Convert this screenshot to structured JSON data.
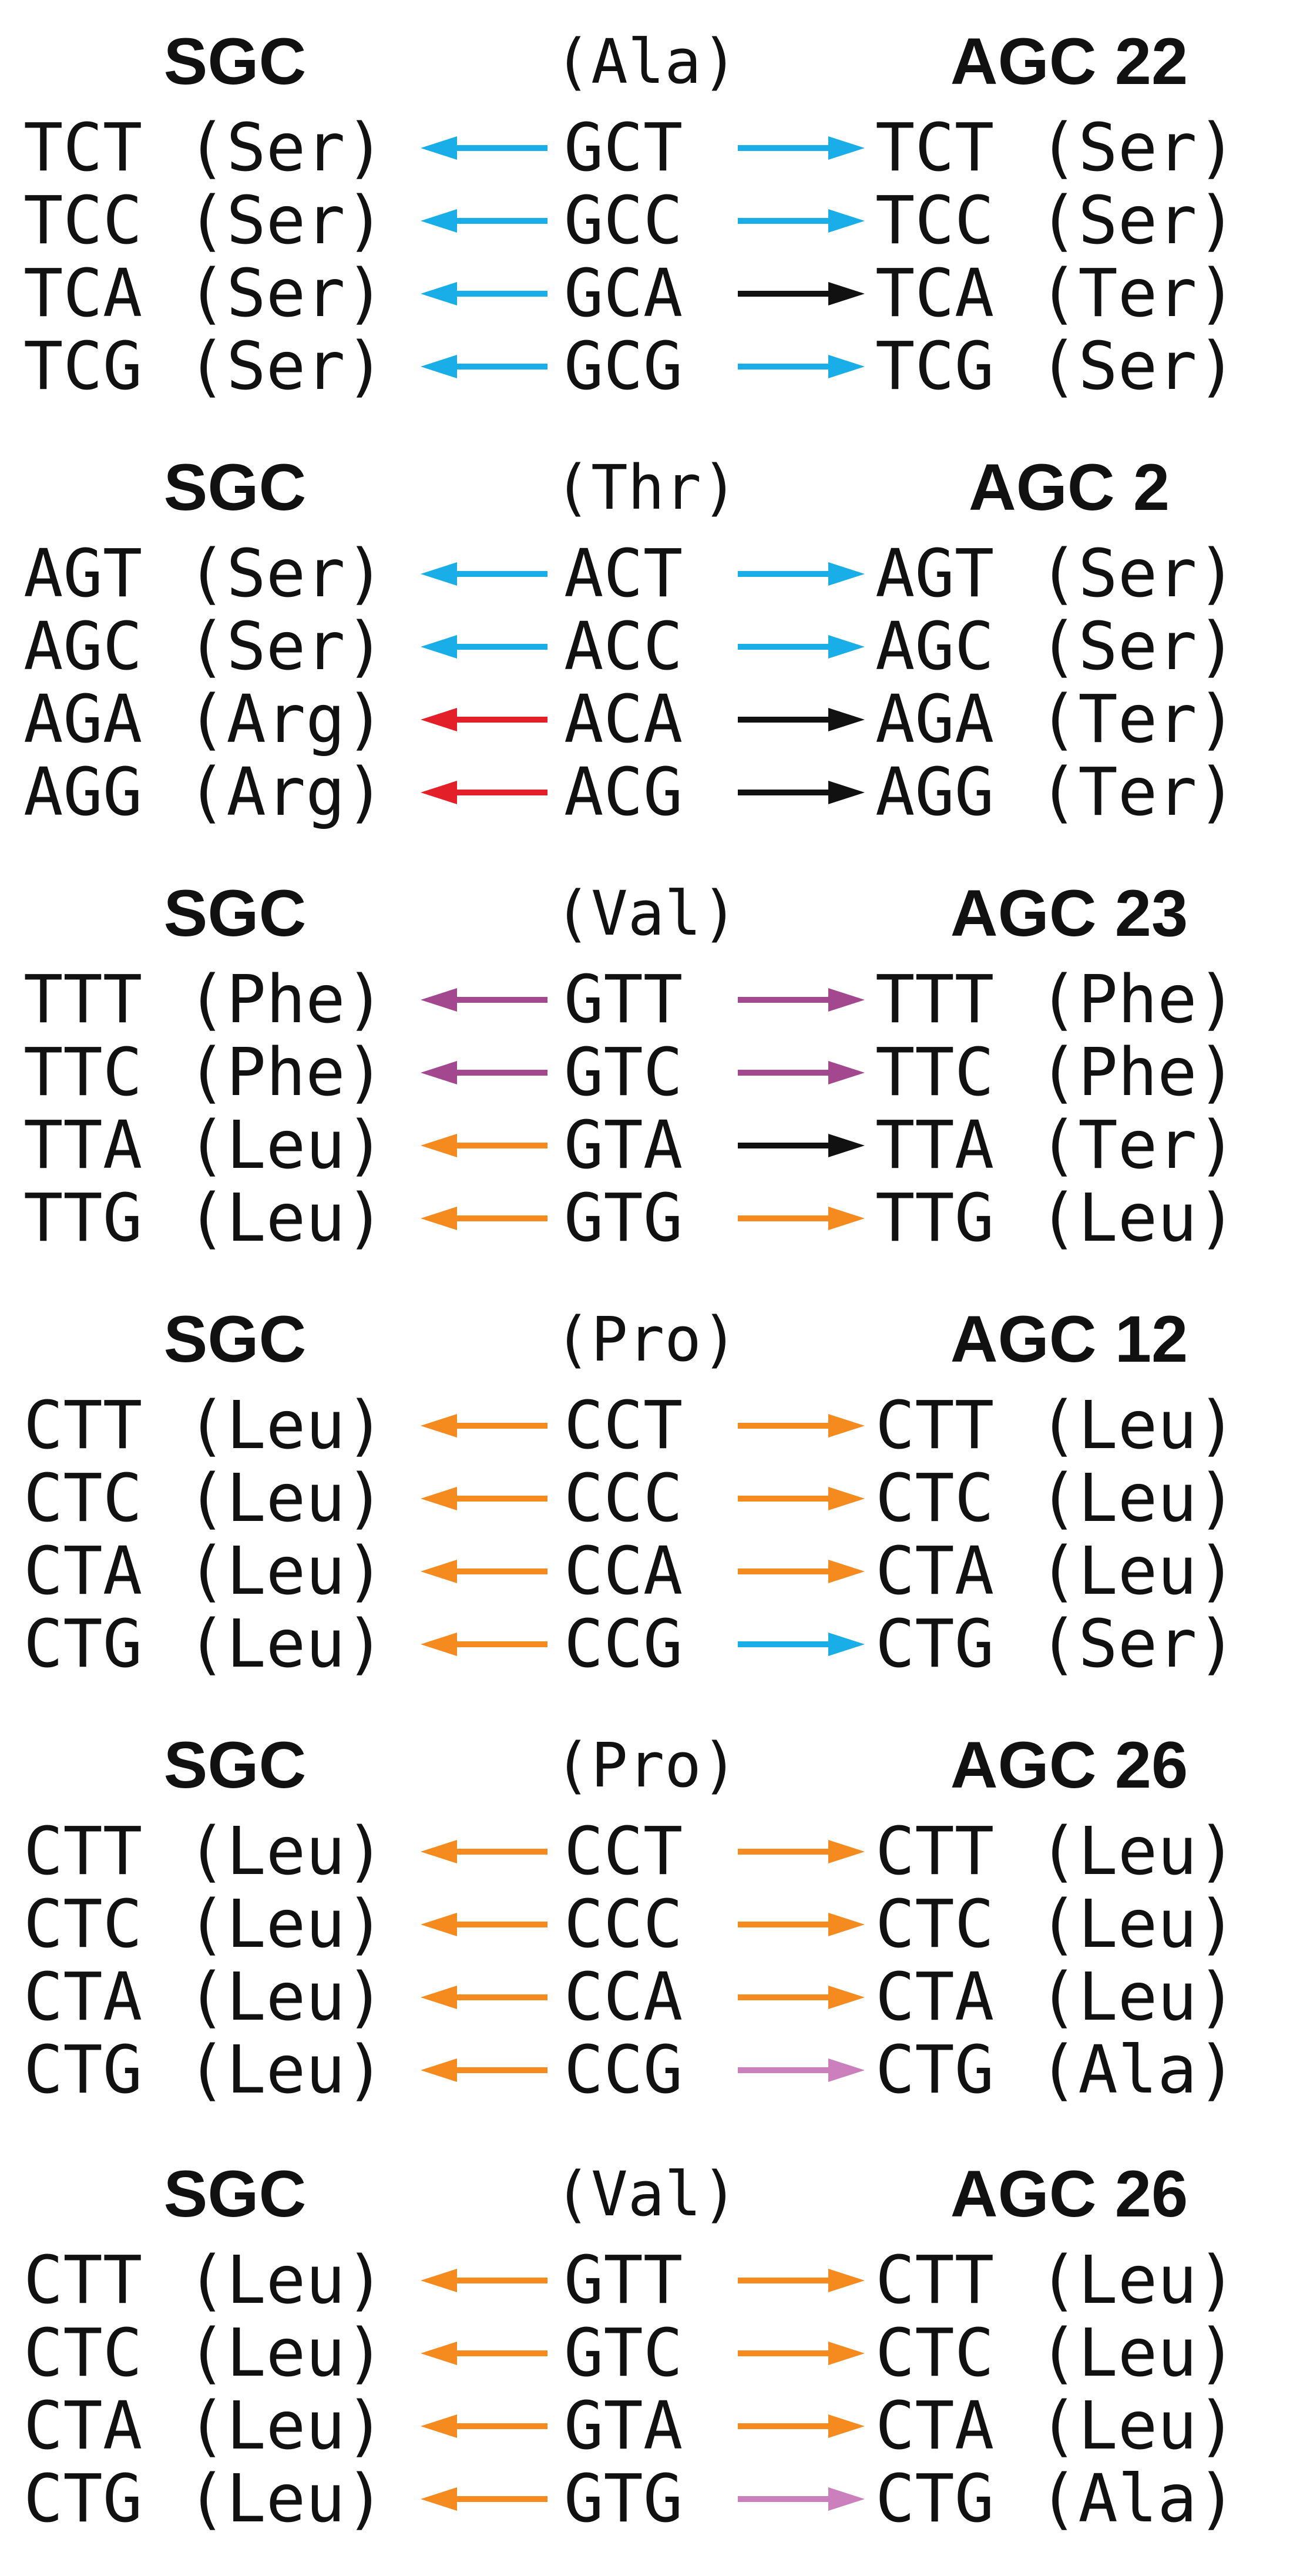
{
  "colors": {
    "blue": "#1aaee8",
    "red": "#e3202a",
    "black": "#111111",
    "purple": "#a3478f",
    "orange": "#f58a1f",
    "pink": "#cc7fbd"
  },
  "blocks": [
    {
      "left_header": "SGC",
      "mid_header": "(Ala)",
      "right_header": "AGC 22",
      "rows": [
        {
          "left_codon": "TCT",
          "left_aa": "(Ser)",
          "left_arrow": "blue",
          "mid_codon": "GCT",
          "right_arrow": "blue",
          "right_codon": "TCT",
          "right_aa": "(Ser)"
        },
        {
          "left_codon": "TCC",
          "left_aa": "(Ser)",
          "left_arrow": "blue",
          "mid_codon": "GCC",
          "right_arrow": "blue",
          "right_codon": "TCC",
          "right_aa": "(Ser)"
        },
        {
          "left_codon": "TCA",
          "left_aa": "(Ser)",
          "left_arrow": "blue",
          "mid_codon": "GCA",
          "right_arrow": "black",
          "right_codon": "TCA",
          "right_aa": "(Ter)"
        },
        {
          "left_codon": "TCG",
          "left_aa": "(Ser)",
          "left_arrow": "blue",
          "mid_codon": "GCG",
          "right_arrow": "blue",
          "right_codon": "TCG",
          "right_aa": "(Ser)"
        }
      ]
    },
    {
      "left_header": "SGC",
      "mid_header": "(Thr)",
      "right_header": "AGC 2",
      "rows": [
        {
          "left_codon": "AGT",
          "left_aa": "(Ser)",
          "left_arrow": "blue",
          "mid_codon": "ACT",
          "right_arrow": "blue",
          "right_codon": "AGT",
          "right_aa": "(Ser)"
        },
        {
          "left_codon": "AGC",
          "left_aa": "(Ser)",
          "left_arrow": "blue",
          "mid_codon": "ACC",
          "right_arrow": "blue",
          "right_codon": "AGC",
          "right_aa": "(Ser)"
        },
        {
          "left_codon": "AGA",
          "left_aa": "(Arg)",
          "left_arrow": "red",
          "mid_codon": "ACA",
          "right_arrow": "black",
          "right_codon": "AGA",
          "right_aa": "(Ter)"
        },
        {
          "left_codon": "AGG",
          "left_aa": "(Arg)",
          "left_arrow": "red",
          "mid_codon": "ACG",
          "right_arrow": "black",
          "right_codon": "AGG",
          "right_aa": "(Ter)"
        }
      ]
    },
    {
      "left_header": "SGC",
      "mid_header": "(Val)",
      "right_header": "AGC 23",
      "rows": [
        {
          "left_codon": "TTT",
          "left_aa": "(Phe)",
          "left_arrow": "purple",
          "mid_codon": "GTT",
          "right_arrow": "purple",
          "right_codon": "TTT",
          "right_aa": "(Phe)"
        },
        {
          "left_codon": "TTC",
          "left_aa": "(Phe)",
          "left_arrow": "purple",
          "mid_codon": "GTC",
          "right_arrow": "purple",
          "right_codon": "TTC",
          "right_aa": "(Phe)"
        },
        {
          "left_codon": "TTA",
          "left_aa": "(Leu)",
          "left_arrow": "orange",
          "mid_codon": "GTA",
          "right_arrow": "black",
          "right_codon": "TTA",
          "right_aa": "(Ter)"
        },
        {
          "left_codon": "TTG",
          "left_aa": "(Leu)",
          "left_arrow": "orange",
          "mid_codon": "GTG",
          "right_arrow": "orange",
          "right_codon": "TTG",
          "right_aa": "(Leu)"
        }
      ]
    },
    {
      "left_header": "SGC",
      "mid_header": "(Pro)",
      "right_header": "AGC 12",
      "rows": [
        {
          "left_codon": "CTT",
          "left_aa": "(Leu)",
          "left_arrow": "orange",
          "mid_codon": "CCT",
          "right_arrow": "orange",
          "right_codon": "CTT",
          "right_aa": "(Leu)"
        },
        {
          "left_codon": "CTC",
          "left_aa": "(Leu)",
          "left_arrow": "orange",
          "mid_codon": "CCC",
          "right_arrow": "orange",
          "right_codon": "CTC",
          "right_aa": "(Leu)"
        },
        {
          "left_codon": "CTA",
          "left_aa": "(Leu)",
          "left_arrow": "orange",
          "mid_codon": "CCA",
          "right_arrow": "orange",
          "right_codon": "CTA",
          "right_aa": "(Leu)"
        },
        {
          "left_codon": "CTG",
          "left_aa": "(Leu)",
          "left_arrow": "orange",
          "mid_codon": "CCG",
          "right_arrow": "blue",
          "right_codon": "CTG",
          "right_aa": "(Ser)"
        }
      ]
    },
    {
      "left_header": "SGC",
      "mid_header": "(Pro)",
      "right_header": "AGC 26",
      "rows": [
        {
          "left_codon": "CTT",
          "left_aa": "(Leu)",
          "left_arrow": "orange",
          "mid_codon": "CCT",
          "right_arrow": "orange",
          "right_codon": "CTT",
          "right_aa": "(Leu)"
        },
        {
          "left_codon": "CTC",
          "left_aa": "(Leu)",
          "left_arrow": "orange",
          "mid_codon": "CCC",
          "right_arrow": "orange",
          "right_codon": "CTC",
          "right_aa": "(Leu)"
        },
        {
          "left_codon": "CTA",
          "left_aa": "(Leu)",
          "left_arrow": "orange",
          "mid_codon": "CCA",
          "right_arrow": "orange",
          "right_codon": "CTA",
          "right_aa": "(Leu)"
        },
        {
          "left_codon": "CTG",
          "left_aa": "(Leu)",
          "left_arrow": "orange",
          "mid_codon": "CCG",
          "right_arrow": "pink",
          "right_codon": "CTG",
          "right_aa": "(Ala)"
        }
      ]
    },
    {
      "left_header": "SGC",
      "mid_header": "(Val)",
      "right_header": "AGC 26",
      "rows": [
        {
          "left_codon": "CTT",
          "left_aa": "(Leu)",
          "left_arrow": "orange",
          "mid_codon": "GTT",
          "right_arrow": "orange",
          "right_codon": "CTT",
          "right_aa": "(Leu)"
        },
        {
          "left_codon": "CTC",
          "left_aa": "(Leu)",
          "left_arrow": "orange",
          "mid_codon": "GTC",
          "right_arrow": "orange",
          "right_codon": "CTC",
          "right_aa": "(Leu)"
        },
        {
          "left_codon": "CTA",
          "left_aa": "(Leu)",
          "left_arrow": "orange",
          "mid_codon": "GTA",
          "right_arrow": "orange",
          "right_codon": "CTA",
          "right_aa": "(Leu)"
        },
        {
          "left_codon": "CTG",
          "left_aa": "(Leu)",
          "left_arrow": "orange",
          "mid_codon": "GTG",
          "right_arrow": "pink",
          "right_codon": "CTG",
          "right_aa": "(Ala)"
        }
      ]
    }
  ]
}
